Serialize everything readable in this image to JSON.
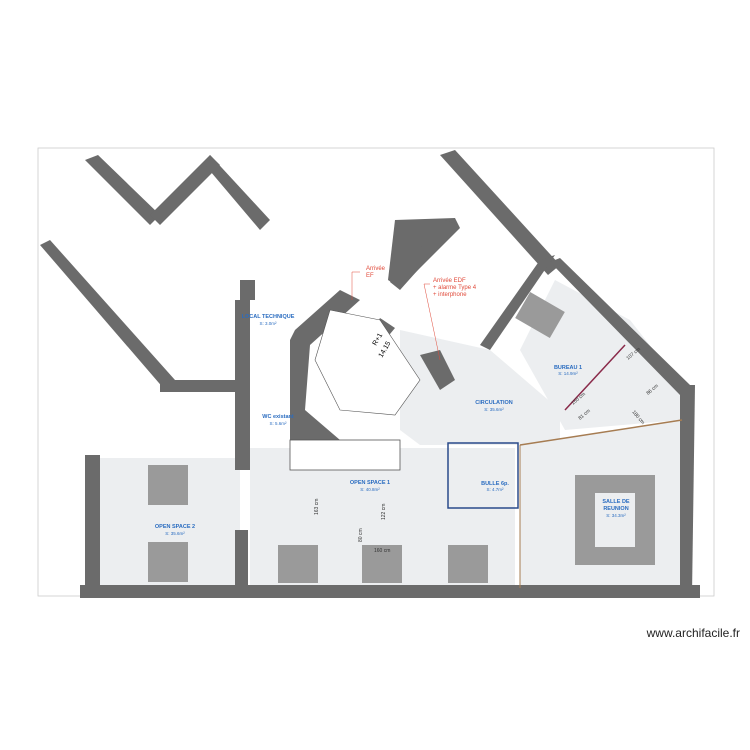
{
  "rooms": {
    "local_technique": {
      "name": "LOCAL TECHNIQUE",
      "area": "S: 3.0m²"
    },
    "wc": {
      "name": "WC existant",
      "area": "S: 5.6m²"
    },
    "circulation": {
      "name": "CIRCULATION",
      "area": "S: 35.6m²"
    },
    "bureau1": {
      "name": "BUREAU 1",
      "area": "S: 14.9m²"
    },
    "bulle": {
      "name": "BULLE 6p.",
      "area": "S: 4.7m²"
    },
    "salle": {
      "name1": "SALLE DE",
      "name2": "REUNION",
      "area": "S: 34.3m²"
    },
    "open1": {
      "name": "OPEN SPACE 1",
      "area": "S: 40.8m²"
    },
    "open2": {
      "name": "OPEN SPACE 2",
      "area": "S: 35.6m²"
    }
  },
  "stair": {
    "level": "R+1",
    "height": "14.15"
  },
  "notes": {
    "ef1": "Arrivée",
    "ef2": "EF",
    "edf1": "Arrivée EDF",
    "edf2": "+ alarme Type 4",
    "edf3": "+ interphone"
  },
  "dimensions": [
    "163 cm",
    "122 cm",
    "80 cm",
    "160 cm",
    "107 cm",
    "86 cm",
    "150 cm",
    "81 cm",
    "180 cm"
  ],
  "watermark": "www.archifacile.fr",
  "colors": {
    "wall": "#6b6b6b",
    "floor": "#eceef0",
    "label": "#2a6cc0",
    "note": "#e04a3a"
  }
}
